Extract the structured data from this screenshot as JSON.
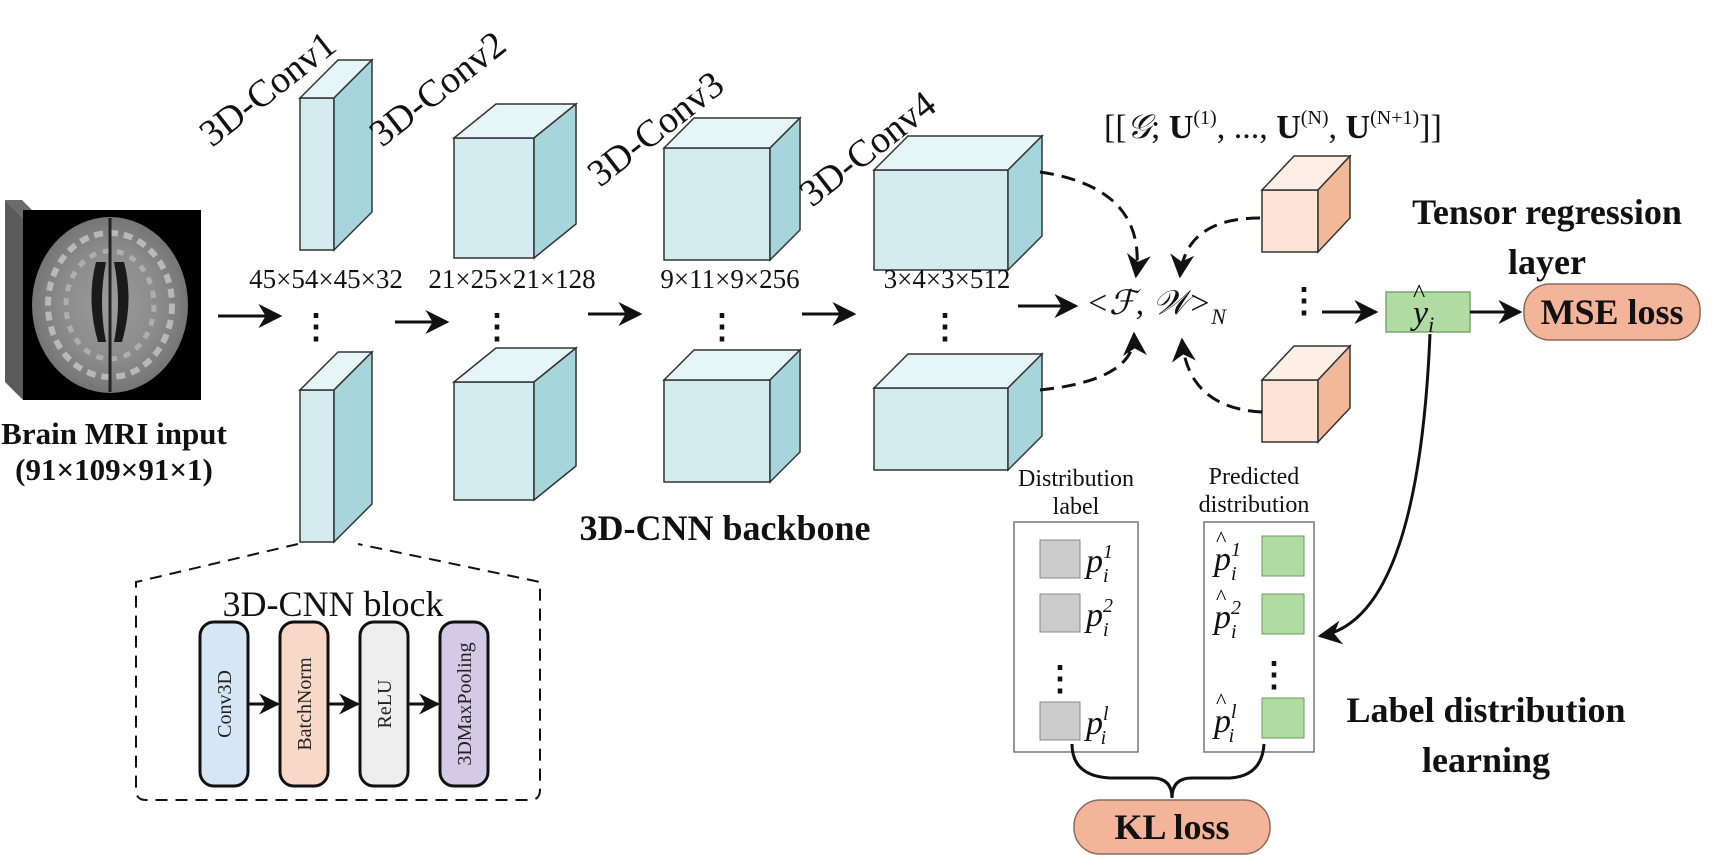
{
  "input": {
    "label_line1": "Brain MRI input",
    "label_line2": "(91×109×91×1)"
  },
  "conv_layers": [
    {
      "name": "3D-Conv1",
      "dims": "45×54×45×32"
    },
    {
      "name": "3D-Conv2",
      "dims": "21×25×21×128"
    },
    {
      "name": "3D-Conv3",
      "dims": "9×11×9×256"
    },
    {
      "name": "3D-Conv4",
      "dims": "3×4×3×512"
    }
  ],
  "backbone_label": "3D-CNN backbone",
  "cnn_block": {
    "title": "3D-CNN block",
    "layers": [
      "Conv3D",
      "BatchNorm",
      "ReLU",
      "3DMaxPooling"
    ]
  },
  "tensor_formula": {
    "open": "[[",
    "G": "𝒢",
    "sep": "; ",
    "U": "U",
    "sup1": "(1)",
    "mid": ", ..., ",
    "supN": "(N)",
    "comma": ", ",
    "supN1": "(N+1)",
    "close": "]]"
  },
  "inner_product": {
    "text": "<ℱ, 𝒲>",
    "sub": "N"
  },
  "tensor_regression_label": {
    "line1": "Tensor regression",
    "line2": "layer"
  },
  "prediction": {
    "base": "y",
    "hat": "^",
    "sub": "i"
  },
  "mse_loss": "MSE loss",
  "distribution_label": {
    "title_line1": "Distribution",
    "title_line2": "label",
    "items": [
      {
        "base": "p",
        "sup": "1",
        "sub": "i"
      },
      {
        "base": "p",
        "sup": "2",
        "sub": "i"
      },
      {
        "base": "p",
        "sup": "l",
        "sub": "i"
      }
    ]
  },
  "predicted_distribution": {
    "title_line1": "Predicted",
    "title_line2": "distribution",
    "items": [
      {
        "base": "p",
        "sup": "1",
        "sub": "i"
      },
      {
        "base": "p",
        "sup": "2",
        "sub": "i"
      },
      {
        "base": "p",
        "sup": "l",
        "sub": "i"
      }
    ]
  },
  "ldl_label": {
    "line1": "Label distribution",
    "line2": "learning"
  },
  "kl_loss": "KL loss",
  "dots": "⋮",
  "colors": {
    "cube_front": "#d4ecf0",
    "cube_top": "#e6f5f7",
    "cube_side": "#a6d6dc",
    "tensor_front": "#fde4d6",
    "tensor_top": "#fdeee6",
    "tensor_side": "#f2b999",
    "pred_green": "#b0dca3",
    "gray_square": "#cccccc",
    "loss_fill": "#f3b49a",
    "conv3d": "#d6e6f5",
    "batchnorm": "#f8d8c6",
    "relu": "#eeeeee",
    "maxpool": "#d5cae6"
  }
}
